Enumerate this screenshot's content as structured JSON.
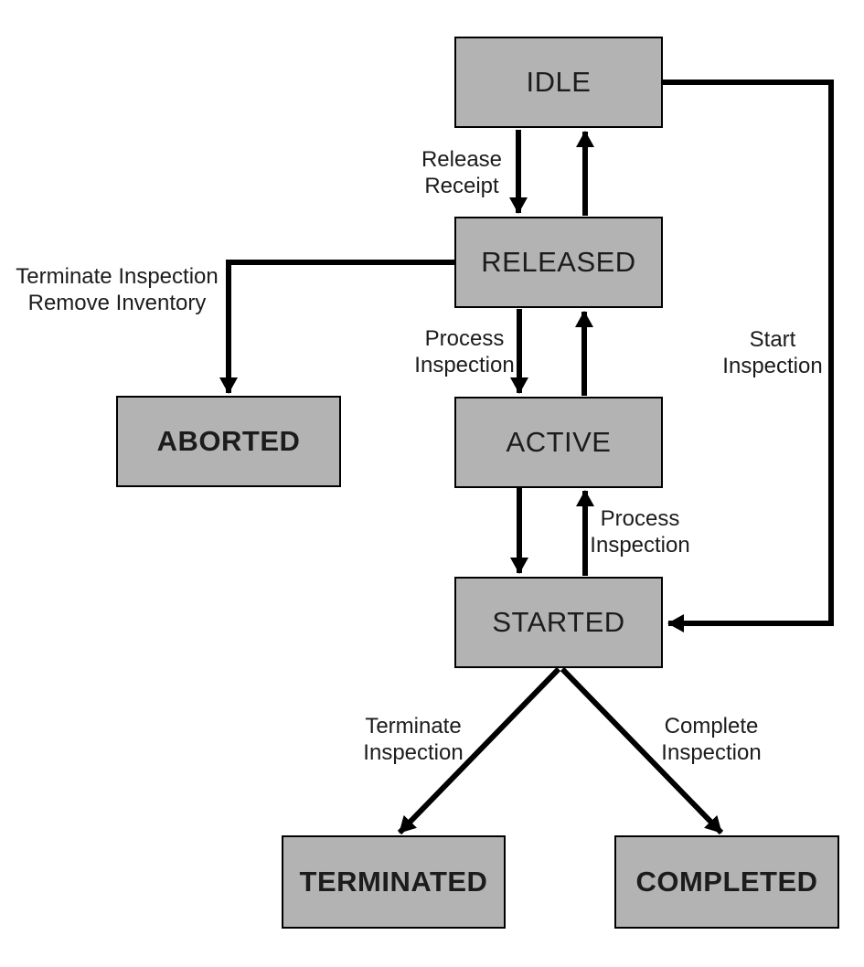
{
  "diagram": {
    "nodes": {
      "idle": {
        "label": "IDLE"
      },
      "released": {
        "label": "RELEASED"
      },
      "active": {
        "label": "ACTIVE"
      },
      "started": {
        "label": "STARTED"
      },
      "aborted": {
        "label": "ABORTED"
      },
      "terminated": {
        "label": "TERMINATED"
      },
      "completed": {
        "label": "COMPLETED"
      }
    },
    "edges": [
      {
        "from": "IDLE",
        "to": "RELEASED",
        "label_lines": [
          "Release",
          "Receipt"
        ]
      },
      {
        "from": "RELEASED",
        "to": "IDLE",
        "label_lines": []
      },
      {
        "from": "RELEASED",
        "to": "ACTIVE",
        "label_lines": [
          "Process",
          "Inspection"
        ]
      },
      {
        "from": "ACTIVE",
        "to": "RELEASED",
        "label_lines": []
      },
      {
        "from": "ACTIVE",
        "to": "STARTED",
        "label_lines": []
      },
      {
        "from": "STARTED",
        "to": "ACTIVE",
        "label_lines": [
          "Process",
          "Inspection"
        ]
      },
      {
        "from": "RELEASED",
        "to": "ABORTED",
        "label_lines": [
          "Terminate Inspection",
          "Remove Inventory"
        ]
      },
      {
        "from": "IDLE",
        "to": "STARTED",
        "label_lines": [
          "Start",
          "Inspection"
        ]
      },
      {
        "from": "STARTED",
        "to": "TERMINATED",
        "label_lines": [
          "Terminate",
          "Inspection"
        ]
      },
      {
        "from": "STARTED",
        "to": "COMPLETED",
        "label_lines": [
          "Complete",
          "Inspection"
        ]
      }
    ],
    "colors": {
      "node_fill": "#b3b3b3",
      "node_border": "#000000",
      "arrow": "#000000",
      "text": "#1a1a1a",
      "background": "#ffffff"
    }
  }
}
